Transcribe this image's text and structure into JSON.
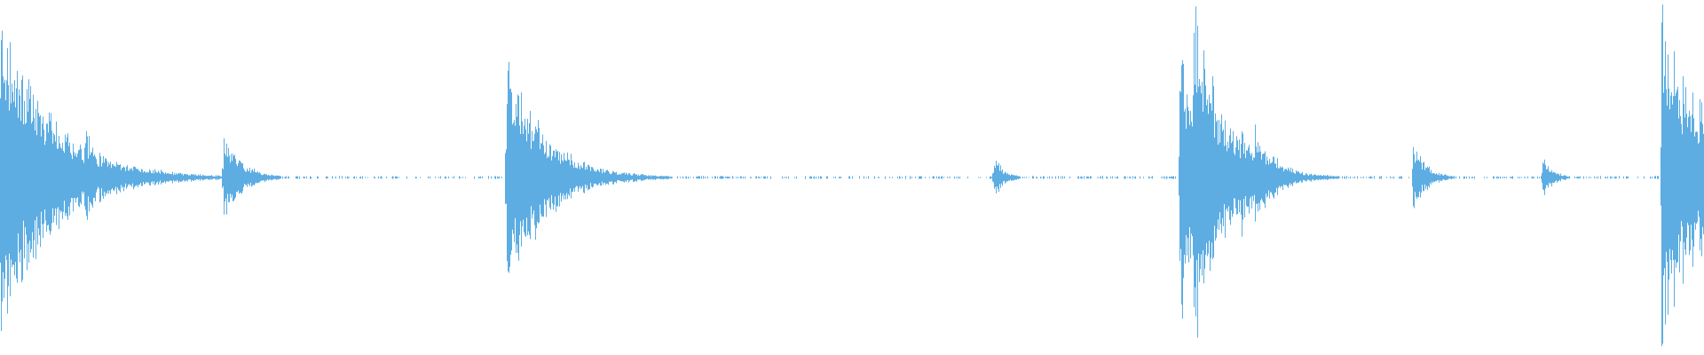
{
  "waveform": {
    "color": "#5DADE2",
    "background": "#FFFFFF",
    "duration_fraction_markers": "none",
    "peak_amplitude_scale": 1.0,
    "events": [
      {
        "t": 0.0,
        "amp": 0.9,
        "decay": 0.03,
        "attack": 0.0,
        "clusters": [
          [
            0.0,
            1.0
          ],
          [
            0.006,
            0.65
          ],
          [
            0.012,
            0.55
          ],
          [
            0.018,
            0.45
          ],
          [
            0.024,
            0.3
          ]
        ]
      },
      {
        "t": 0.049,
        "amp": 0.27,
        "decay": 0.012,
        "attack": 0.001,
        "clusters": [
          [
            0.0,
            1.0
          ]
        ]
      },
      {
        "t": 0.131,
        "amp": 0.27,
        "decay": 0.01,
        "attack": 0.001,
        "clusters": [
          [
            0.0,
            1.0
          ]
        ]
      },
      {
        "t": 0.297,
        "amp": 0.7,
        "decay": 0.022,
        "attack": 0.0,
        "clusters": [
          [
            0.0,
            1.0
          ],
          [
            0.012,
            0.55
          ],
          [
            0.027,
            0.25
          ]
        ]
      },
      {
        "t": 0.583,
        "amp": 0.12,
        "decay": 0.006,
        "attack": 0.001,
        "clusters": [
          [
            0.0,
            1.0
          ]
        ]
      },
      {
        "t": 0.692,
        "amp": 0.98,
        "decay": 0.018,
        "attack": 0.0,
        "clusters": [
          [
            0.0,
            0.85
          ],
          [
            0.008,
            1.0
          ],
          [
            0.015,
            0.35
          ],
          [
            0.036,
            0.32
          ],
          [
            0.044,
            0.3
          ],
          [
            0.053,
            0.18
          ]
        ]
      },
      {
        "t": 0.829,
        "amp": 0.19,
        "decay": 0.008,
        "attack": 0.001,
        "clusters": [
          [
            0.0,
            1.0
          ]
        ]
      },
      {
        "t": 0.905,
        "amp": 0.12,
        "decay": 0.006,
        "attack": 0.001,
        "clusters": [
          [
            0.0,
            1.0
          ]
        ]
      },
      {
        "t": 0.975,
        "amp": 0.9,
        "decay": 0.03,
        "attack": 0.0,
        "clusters": [
          [
            0.0,
            1.0
          ],
          [
            0.008,
            0.75
          ],
          [
            0.016,
            0.55
          ]
        ]
      }
    ],
    "noise_floor": 0.006
  }
}
